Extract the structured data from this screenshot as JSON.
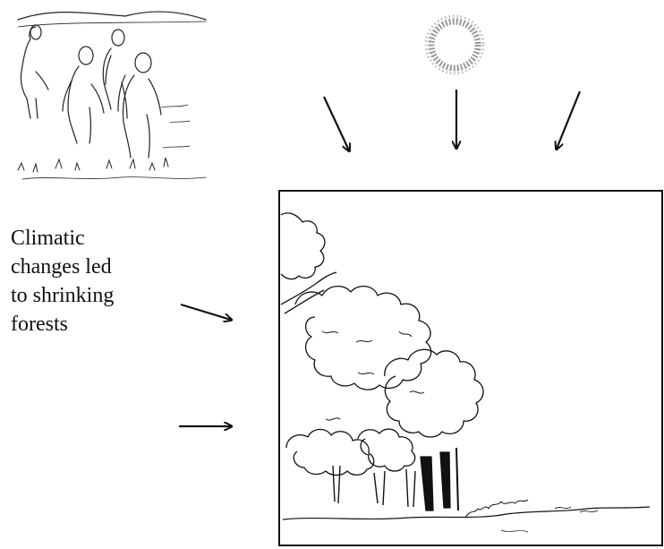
{
  "caption": {
    "lines": [
      "Climatic",
      "changes led",
      "to shrinking",
      "forests"
    ]
  },
  "colors": {
    "ink": "#111111",
    "sun": "#8a8a8a",
    "background": "#ffffff"
  },
  "icons": [
    "hominid-group-illustration",
    "sun-icon",
    "forest-illustration",
    "arrow-icon"
  ]
}
